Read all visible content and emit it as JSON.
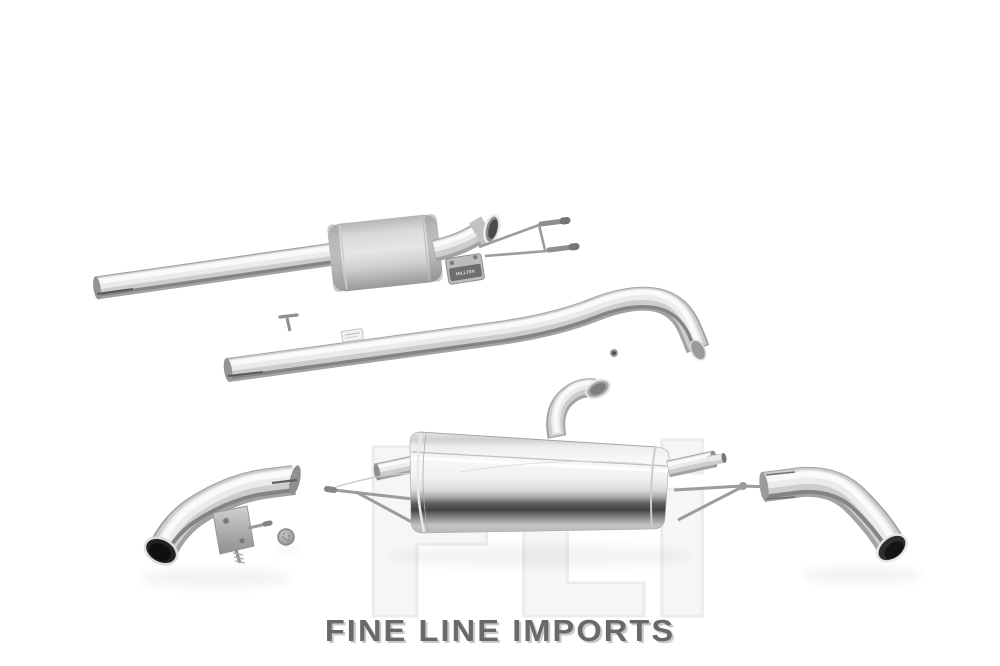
{
  "photo": {
    "background_color": "#ffffff",
    "subject": "stainless steel cat-back exhaust system parts laid out on white studio background",
    "parts": [
      {
        "id": "front-pipe-with-resonator",
        "label": "front pipe with oval resonator and flared coupler"
      },
      {
        "id": "centre-section-pipe",
        "label": "long centre section pipe with S-bend"
      },
      {
        "id": "rear-silencer",
        "label": "polished rear silencer box with inlet and outlet stubs"
      },
      {
        "id": "link-pipe-with-clamp",
        "label": "curved link pipe with clamp bracket"
      },
      {
        "id": "mesh-ring-gasket",
        "label": "knitted wire mesh ring gasket"
      },
      {
        "id": "tailpipe",
        "label": "curved slip-fit tailpipe"
      }
    ]
  },
  "watermark": {
    "text": "FLi",
    "color": "#ececec"
  },
  "badge": {
    "text": "MILLTEK"
  },
  "brand": {
    "text": "FINE LINE IMPORTS",
    "color": "#696969"
  }
}
